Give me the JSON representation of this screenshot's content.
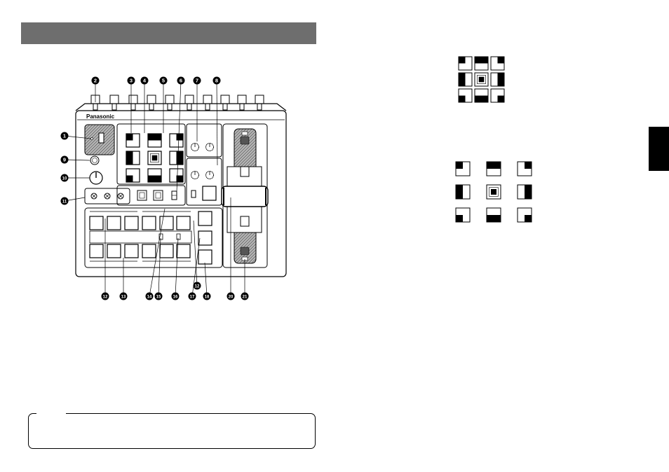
{
  "header": {
    "color": "#6e6e6e"
  },
  "device": {
    "brand": "Panasonic"
  },
  "callouts": [
    {
      "id": "2",
      "label": "2"
    },
    {
      "id": "3",
      "label": "3"
    },
    {
      "id": "4",
      "label": "4"
    },
    {
      "id": "5",
      "label": "5"
    },
    {
      "id": "6",
      "label": "6"
    },
    {
      "id": "7",
      "label": "7"
    },
    {
      "id": "8",
      "label": "8"
    },
    {
      "id": "1",
      "label": "1"
    },
    {
      "id": "9",
      "label": "9"
    },
    {
      "id": "10",
      "label": "10"
    },
    {
      "id": "11",
      "label": "11"
    },
    {
      "id": "12a",
      "label": "12"
    },
    {
      "id": "13",
      "label": "13"
    },
    {
      "id": "14",
      "label": "14"
    },
    {
      "id": "15",
      "label": "15"
    },
    {
      "id": "16",
      "label": "16"
    },
    {
      "id": "17",
      "label": "17"
    },
    {
      "id": "12b",
      "label": "12"
    },
    {
      "id": "18",
      "label": "18"
    },
    {
      "id": "20",
      "label": "20"
    },
    {
      "id": "21",
      "label": "21"
    }
  ],
  "wipe_patterns": [
    "top-left",
    "top",
    "top-right",
    "left",
    "center",
    "right",
    "bottom-left",
    "bottom",
    "bottom-right"
  ],
  "colors": {
    "ink": "#000000",
    "accent": "#6e6e6e",
    "paper": "#ffffff"
  }
}
